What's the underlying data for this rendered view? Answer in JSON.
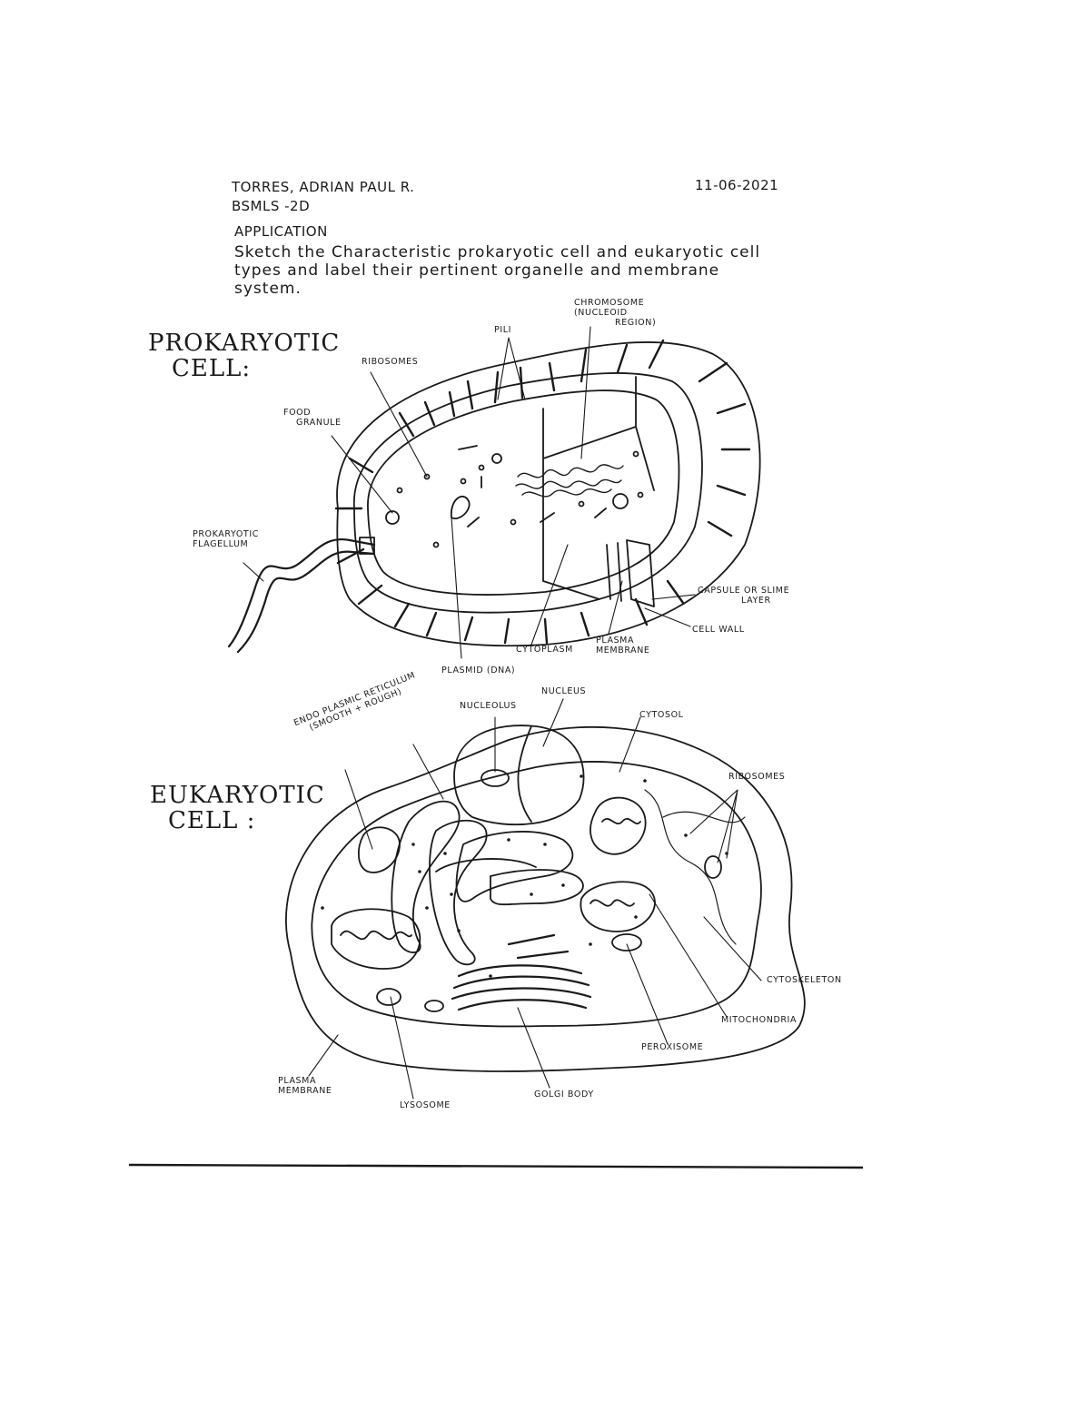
{
  "header": {
    "name": "TORRES, ADRIAN PAUL R.",
    "section": "BSMLS -2D",
    "date": "11-06-2021"
  },
  "instructions": {
    "heading": "APPLICATION",
    "line1": "Sketch the Characteristic prokaryotic cell and eukaryotic cell",
    "line2": "types and label their pertinent organelle and membrane",
    "line3": "system."
  },
  "prokaryotic": {
    "title_line1": "PROKARYOTIC",
    "title_line2": "CELL:",
    "labels": {
      "chromosome_1": "CHROMOSOME",
      "chromosome_2": "(NUCLEOID",
      "chromosome_3": "REGION)",
      "pili": "PILI",
      "ribosomes": "RIBOSOMES",
      "food_granule_1": "FOOD",
      "food_granule_2": "GRANULE",
      "flagellum_1": "PROKARYOTIC",
      "flagellum_2": "FLAGELLUM",
      "capsule_1": "CAPSULE OR SLIME",
      "capsule_2": "LAYER",
      "cell_wall": "CELL WALL",
      "plasma_membrane_1": "PLASMA",
      "plasma_membrane_2": "MEMBRANE",
      "cytoplasm": "CYTOPLASM",
      "plasmid": "PLASMID (DNA)"
    }
  },
  "eukaryotic": {
    "title_line1": "EUKARYOTIC",
    "title_line2": "CELL :",
    "labels": {
      "er_1": "ENDO PLASMIC RETICULUM",
      "er_2": "(SMOOTH + ROUGH)",
      "nucleolus": "NUCLEOLUS",
      "nucleus": "NUCLEUS",
      "cytosol": "CYTOSOL",
      "ribosomes": "RIBOSOMES",
      "cytoskeleton": "CYTOSKELETON",
      "mitochondria": "MITOCHONDRIA",
      "peroxisome": "PEROXISOME",
      "golgi": "GOLGI BODY",
      "lysosome": "LYSOSOME",
      "plasma_membrane_1": "PLASMA",
      "plasma_membrane_2": "MEMBRANE"
    }
  }
}
